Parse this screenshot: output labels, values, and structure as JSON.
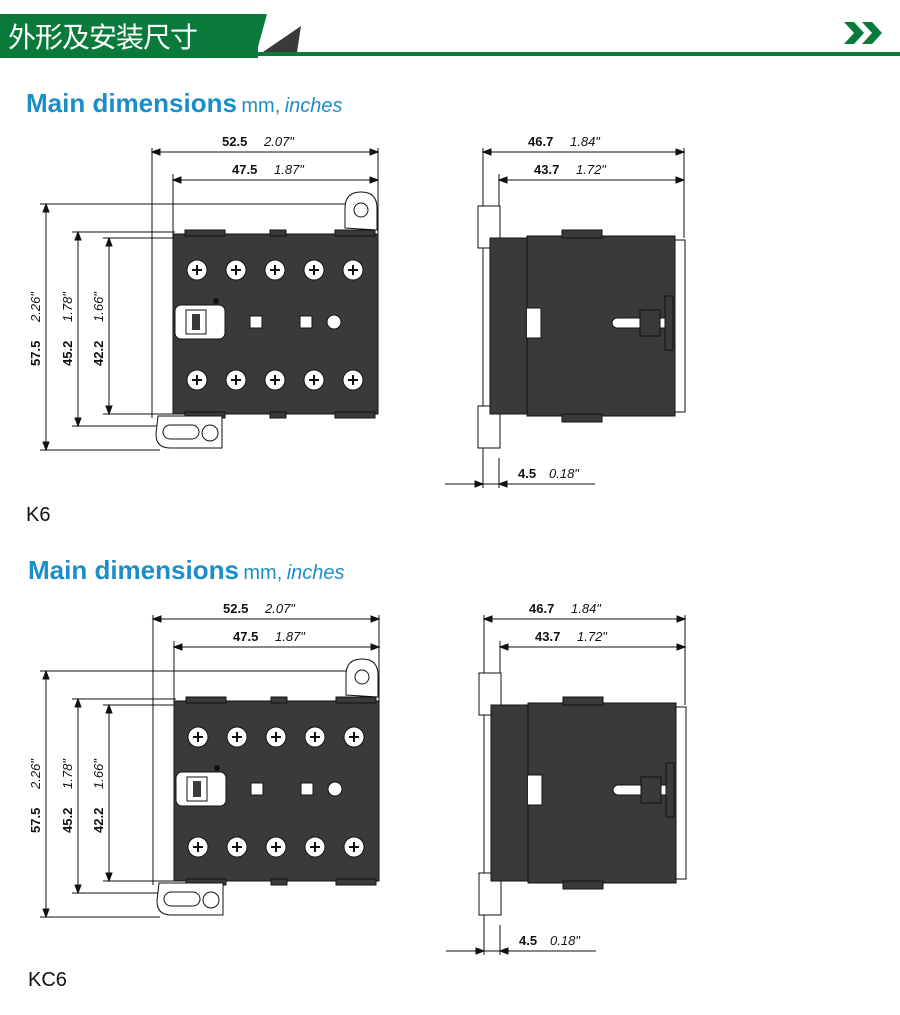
{
  "header": {
    "title": "外形及安装尺寸",
    "nav_icon": "double-chevron-right-icon"
  },
  "colors": {
    "brand_green": "#0a7a3b",
    "title_blue": "#1b8ec9"
  },
  "sections": [
    {
      "heading": "Main dimensions",
      "unit_mm": "mm,",
      "unit_in": "inches",
      "model": "K6",
      "front": {
        "width_outer_mm": "52.5",
        "width_outer_in": "2.07\"",
        "width_inner_mm": "47.5",
        "width_inner_in": "1.87\"",
        "height_total_mm": "57.5",
        "height_total_in": "2.26\"",
        "height_mid_mm": "45.2",
        "height_mid_in": "1.78\"",
        "height_inner_mm": "42.2",
        "height_inner_in": "1.66\""
      },
      "side": {
        "depth_outer_mm": "46.7",
        "depth_outer_in": "1.84\"",
        "depth_inner_mm": "43.7",
        "depth_inner_in": "1.72\"",
        "rail_mm": "4.5",
        "rail_in": "0.18\""
      }
    },
    {
      "heading": "Main dimensions",
      "unit_mm": "mm,",
      "unit_in": "inches",
      "model": "KC6",
      "front": {
        "width_outer_mm": "52.5",
        "width_outer_in": "2.07\"",
        "width_inner_mm": "47.5",
        "width_inner_in": "1.87\"",
        "height_total_mm": "57.5",
        "height_total_in": "2.26\"",
        "height_mid_mm": "45.2",
        "height_mid_in": "1.78\"",
        "height_inner_mm": "42.2",
        "height_inner_in": "1.66\""
      },
      "side": {
        "depth_outer_mm": "46.7",
        "depth_outer_in": "1.84\"",
        "depth_inner_mm": "43.7",
        "depth_inner_in": "1.72\"",
        "rail_mm": "4.5",
        "rail_in": "0.18\""
      }
    }
  ]
}
